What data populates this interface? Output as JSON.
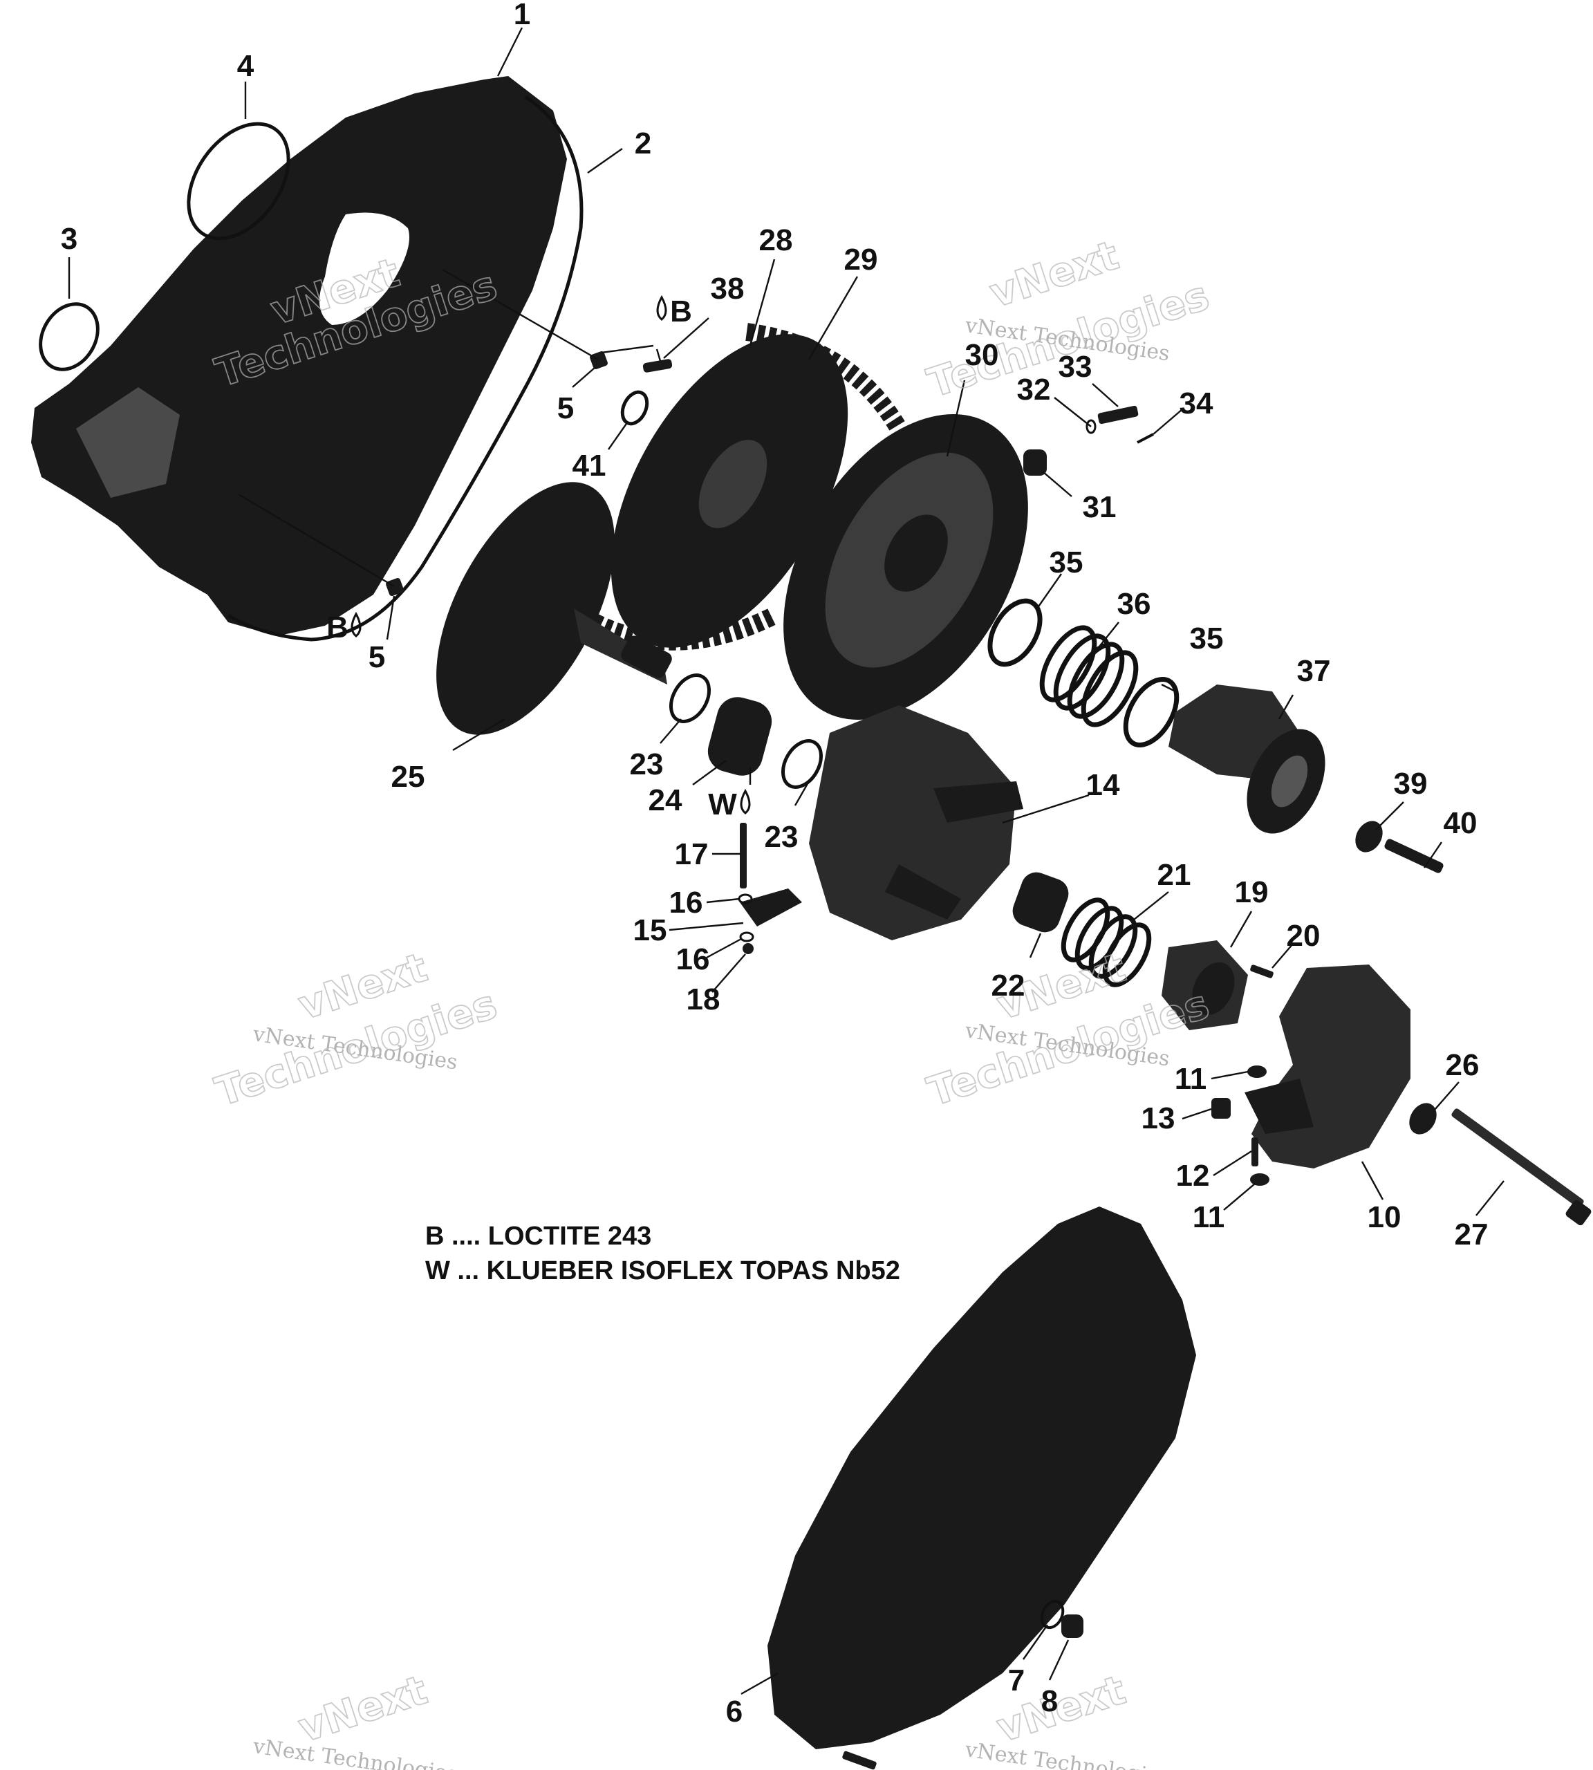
{
  "callouts": [
    {
      "id": "1",
      "label": "1"
    },
    {
      "id": "2",
      "label": "2"
    },
    {
      "id": "3",
      "label": "3"
    },
    {
      "id": "4",
      "label": "4"
    },
    {
      "id": "5a",
      "label": "5"
    },
    {
      "id": "5b",
      "label": "5"
    },
    {
      "id": "6",
      "label": "6"
    },
    {
      "id": "7",
      "label": "7"
    },
    {
      "id": "8",
      "label": "8"
    },
    {
      "id": "10",
      "label": "10"
    },
    {
      "id": "11a",
      "label": "11"
    },
    {
      "id": "11b",
      "label": "11"
    },
    {
      "id": "12",
      "label": "12"
    },
    {
      "id": "13",
      "label": "13"
    },
    {
      "id": "14",
      "label": "14"
    },
    {
      "id": "15",
      "label": "15"
    },
    {
      "id": "16a",
      "label": "16"
    },
    {
      "id": "16b",
      "label": "16"
    },
    {
      "id": "17",
      "label": "17"
    },
    {
      "id": "18",
      "label": "18"
    },
    {
      "id": "19",
      "label": "19"
    },
    {
      "id": "20",
      "label": "20"
    },
    {
      "id": "21",
      "label": "21"
    },
    {
      "id": "22",
      "label": "22"
    },
    {
      "id": "23a",
      "label": "23"
    },
    {
      "id": "23b",
      "label": "23"
    },
    {
      "id": "24",
      "label": "24"
    },
    {
      "id": "25",
      "label": "25"
    },
    {
      "id": "26",
      "label": "26"
    },
    {
      "id": "27",
      "label": "27"
    },
    {
      "id": "28",
      "label": "28"
    },
    {
      "id": "29",
      "label": "29"
    },
    {
      "id": "30",
      "label": "30"
    },
    {
      "id": "31",
      "label": "31"
    },
    {
      "id": "32",
      "label": "32"
    },
    {
      "id": "33",
      "label": "33"
    },
    {
      "id": "34",
      "label": "34"
    },
    {
      "id": "35a",
      "label": "35"
    },
    {
      "id": "35b",
      "label": "35"
    },
    {
      "id": "36",
      "label": "36"
    },
    {
      "id": "37",
      "label": "37"
    },
    {
      "id": "38",
      "label": "38"
    },
    {
      "id": "39",
      "label": "39"
    },
    {
      "id": "40",
      "label": "40"
    },
    {
      "id": "41",
      "label": "41"
    }
  ],
  "adhesive_marks": [
    {
      "id": "b-top",
      "letter": "B"
    },
    {
      "id": "b-left",
      "letter": "B"
    },
    {
      "id": "w-mark",
      "letter": "W"
    }
  ],
  "legend": [
    {
      "key": "B",
      "text": "B .... LOCTITE 243"
    },
    {
      "key": "W",
      "text": "W ... KLUEBER ISOFLEX TOPAS Nb52"
    }
  ],
  "watermark": {
    "small": "vNext Technologies",
    "big_line1": "vNext",
    "big_line2": "Technologies"
  },
  "colors": {
    "part_fill": "#1a1a1a",
    "line": "#111111",
    "watermark": "#9a9a9a",
    "background": "#ffffff"
  }
}
